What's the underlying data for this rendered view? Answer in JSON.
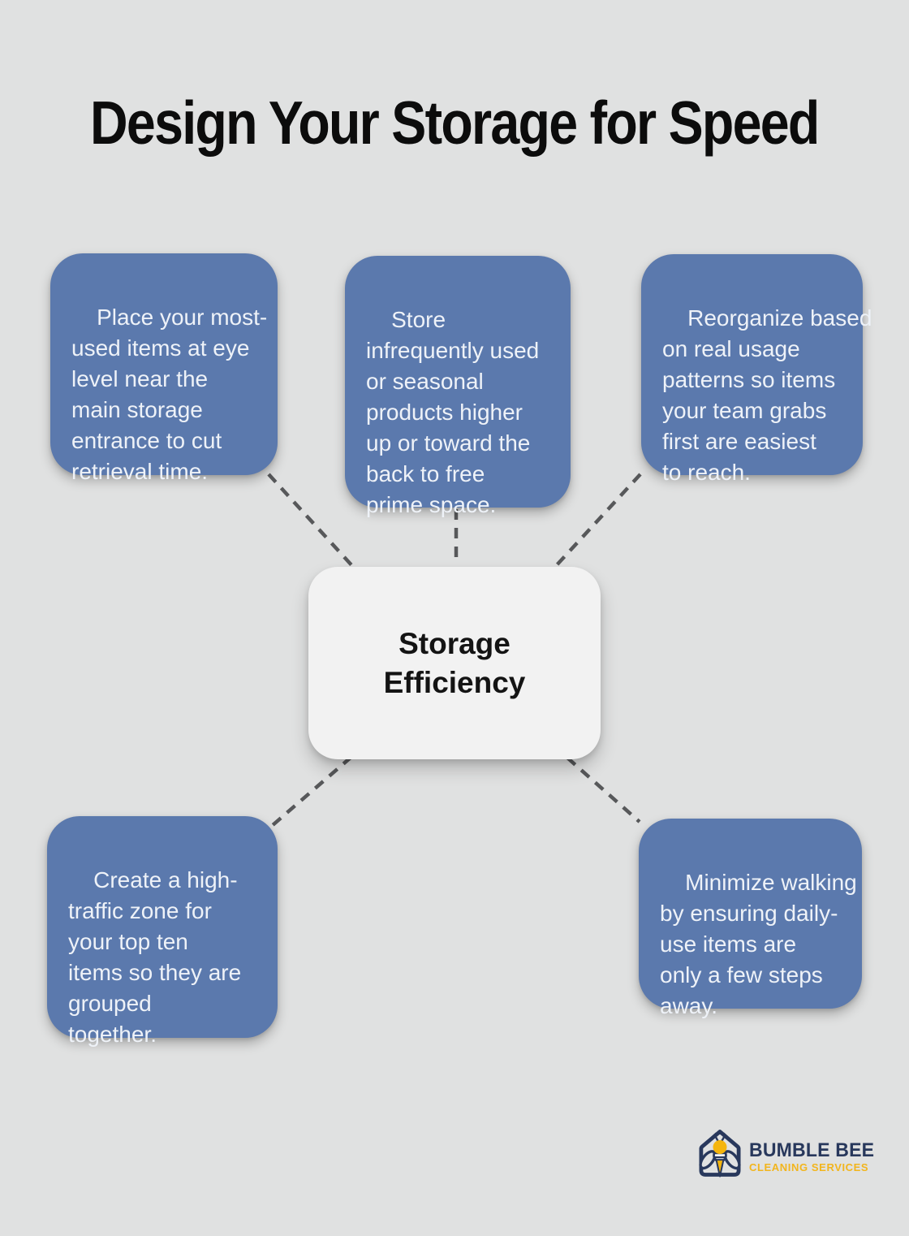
{
  "title": "Design Your Storage for Speed",
  "center_node": {
    "label": "Storage\nEfficiency"
  },
  "nodes": [
    {
      "id": "top-left",
      "text": "Place your most-\nused items at eye\nlevel near the\nmain storage\nentrance to cut\nretrieval time."
    },
    {
      "id": "top-center",
      "text": "Store\ninfrequently used\nor seasonal\nproducts higher\nup or toward the\nback to free\nprime space."
    },
    {
      "id": "top-right",
      "text": "Reorganize based\non real usage\npatterns so items\nyour team grabs\nfirst are easiest\nto reach."
    },
    {
      "id": "bottom-left",
      "text": "Create a high-\ntraffic zone for\nyour top ten\nitems so they are\ngrouped\ntogether."
    },
    {
      "id": "bottom-right",
      "text": "Minimize walking\nby ensuring daily-\nuse items are\nonly a few steps\naway."
    }
  ],
  "logo": {
    "brand": "BUMBLE BEE",
    "tagline": "CLEANING SERVICES"
  },
  "colors": {
    "background": "#e0e1e1",
    "node_fill": "#5b79ad",
    "node_text": "#eef2f8",
    "center_fill": "#f2f2f2",
    "connector": "#57585a",
    "title_text": "#0c0c0c",
    "logo_navy": "#28385c",
    "logo_gold": "#f5b50d"
  }
}
